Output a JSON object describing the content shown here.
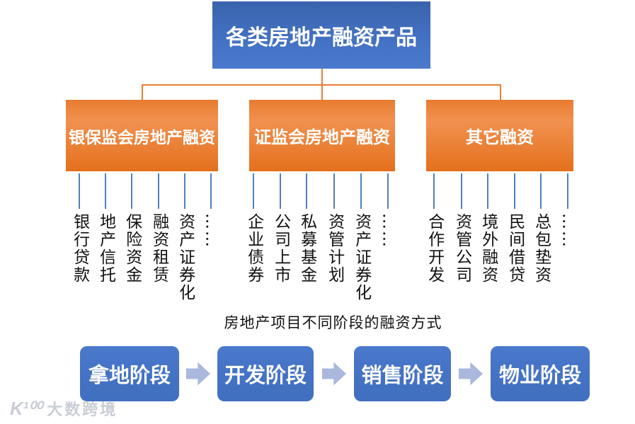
{
  "org_chart": {
    "root_label": "各类房地产融资产品",
    "branches": [
      {
        "label": "银保监会房地产融资",
        "children": [
          "银行贷款",
          "地产信托",
          "保险资金",
          "融资租赁",
          "资产证券化",
          "……"
        ]
      },
      {
        "label": "证监会房地产融资",
        "children": [
          "企业债券",
          "公司上市",
          "私募基金",
          "资管计划",
          "资产证券化",
          "……"
        ]
      },
      {
        "label": "其它融资",
        "children": [
          "合作开发",
          "资管公司",
          "境外融资",
          "民间借贷",
          "总包垫资",
          "……"
        ]
      }
    ]
  },
  "stages_section": {
    "title": "房地产项目不同阶段的融资方式",
    "stages": [
      "拿地阶段",
      "开发阶段",
      "销售阶段",
      "物业阶段"
    ]
  },
  "watermark": {
    "logo": "K¹⁰⁰",
    "text": "大数跨境"
  },
  "colors": {
    "root_box_blue": "#4472C4",
    "branch_box_orange": "#ED7D31",
    "stage_box_blue": "#4472C4",
    "arrow_light_blue": "#A9B8DC",
    "connector_orange": "#ED7D31",
    "leaf_line_blue": "#4F81BB",
    "text_white": "#FFFFFF",
    "text_black": "#111111",
    "watermark_gray": "#C9CED6"
  }
}
